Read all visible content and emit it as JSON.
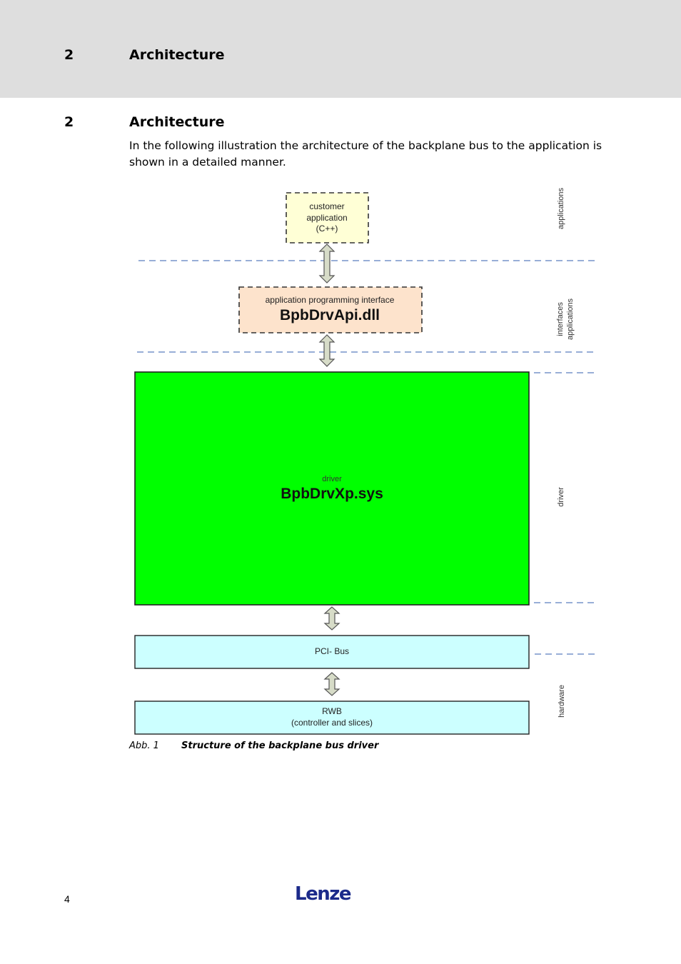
{
  "header": {
    "number": "2",
    "title": "Architecture"
  },
  "section": {
    "number": "2",
    "title": "Architecture",
    "intro": "In the following illustration the architecture of the backplane bus to the application is shown in a detailed manner."
  },
  "diagram": {
    "customer_app": {
      "line1": "customer",
      "line2": "application",
      "line3": "(C++)"
    },
    "api": {
      "label": "application programming interface",
      "name": "BpbDrvApi.dll"
    },
    "driver": {
      "label": "driver",
      "name": "BpbDrvXp.sys"
    },
    "pci": {
      "label": "PCI- Bus"
    },
    "rwb": {
      "line1": "RWB",
      "line2": "(controller and slices)"
    },
    "layers": {
      "applications": "applications",
      "interfaces_line1": "interfaces",
      "interfaces_line2": "applications",
      "driver": "driver",
      "hardware": "hardware"
    },
    "colors": {
      "customer_fill": "#ffffd6",
      "api_fill": "#fde3cc",
      "driver_fill": "#00ff00",
      "bus_fill": "#ccffff",
      "separator": "#5b7dbf",
      "arrow_fill": "#d7dcc8"
    }
  },
  "caption": {
    "label": "Abb. 1",
    "text": "Structure of the backplane bus driver"
  },
  "footer": {
    "page_number": "4",
    "logo": "Lenze"
  }
}
